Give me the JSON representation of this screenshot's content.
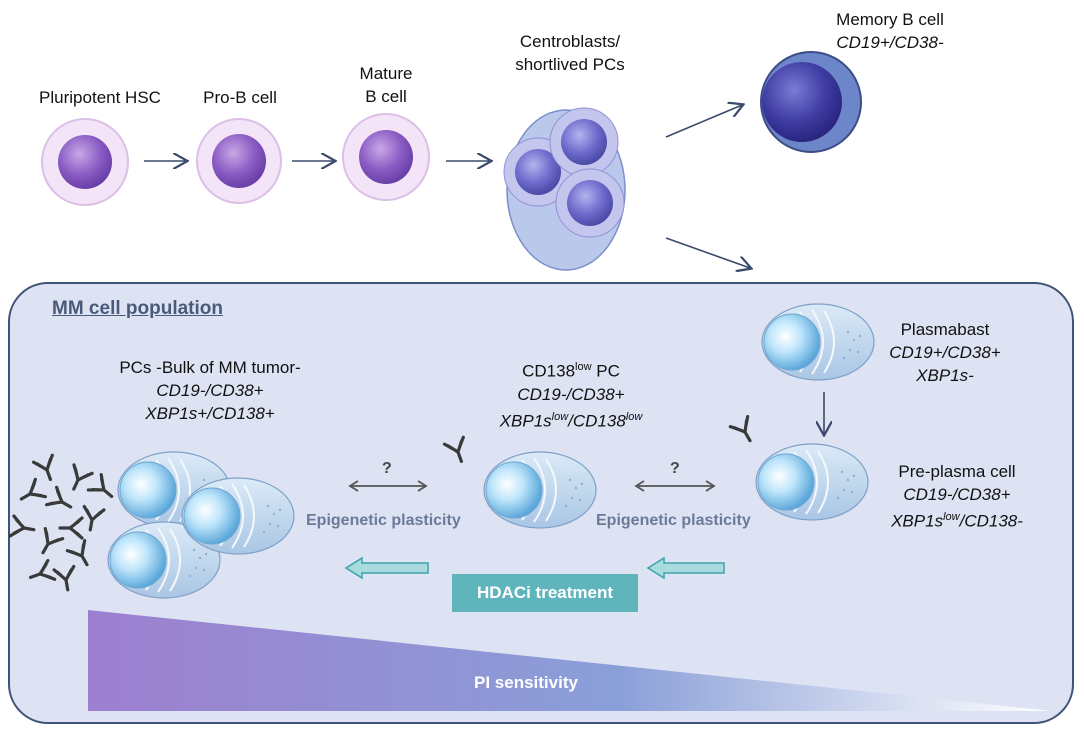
{
  "top_stages": [
    {
      "name": "Pluripotent HSC"
    },
    {
      "name": "Pro-B cell"
    },
    {
      "line1": "Mature",
      "line2": "B cell"
    },
    {
      "line1": "Centroblasts/",
      "line2": "shortlived PCs"
    },
    {
      "name": "Memory B cell",
      "markers": "CD19+/CD38-"
    }
  ],
  "panel": {
    "title": "MM cell population",
    "pcs": {
      "title": "PCs -Bulk of MM tumor-",
      "line2": "CD19-/CD38+",
      "line3": "XBP1s+/CD138+"
    },
    "cd138low": {
      "title_main": "CD138",
      "title_sup": "low",
      "title_end": " PC",
      "line2": "CD19-/CD38+",
      "line3_a": "XBP1s",
      "line3_sup1": "low",
      "line3_b": "/CD138",
      "line3_sup2": "low"
    },
    "plasmablast": {
      "title": "Plasmabast",
      "line2": "CD19+/CD38+",
      "line3": "XBP1s-"
    },
    "preplasma": {
      "title": "Pre-plasma cell",
      "line2": "CD19-/CD38+",
      "line3_a": "XBP1s",
      "line3_sup": "low",
      "line3_b": "/CD138-"
    },
    "question": "?",
    "plasticity": "Epigenetic plasticity",
    "hdaci": "HDACi treatment",
    "pi": "PI sensitivity"
  },
  "colors": {
    "panel_bg": "#dde3f3",
    "panel_border": "#3f5278",
    "hdaci": "#5fb5bb",
    "gradient_start": "#9d7fcf",
    "gradient_end": "#ffffff"
  }
}
